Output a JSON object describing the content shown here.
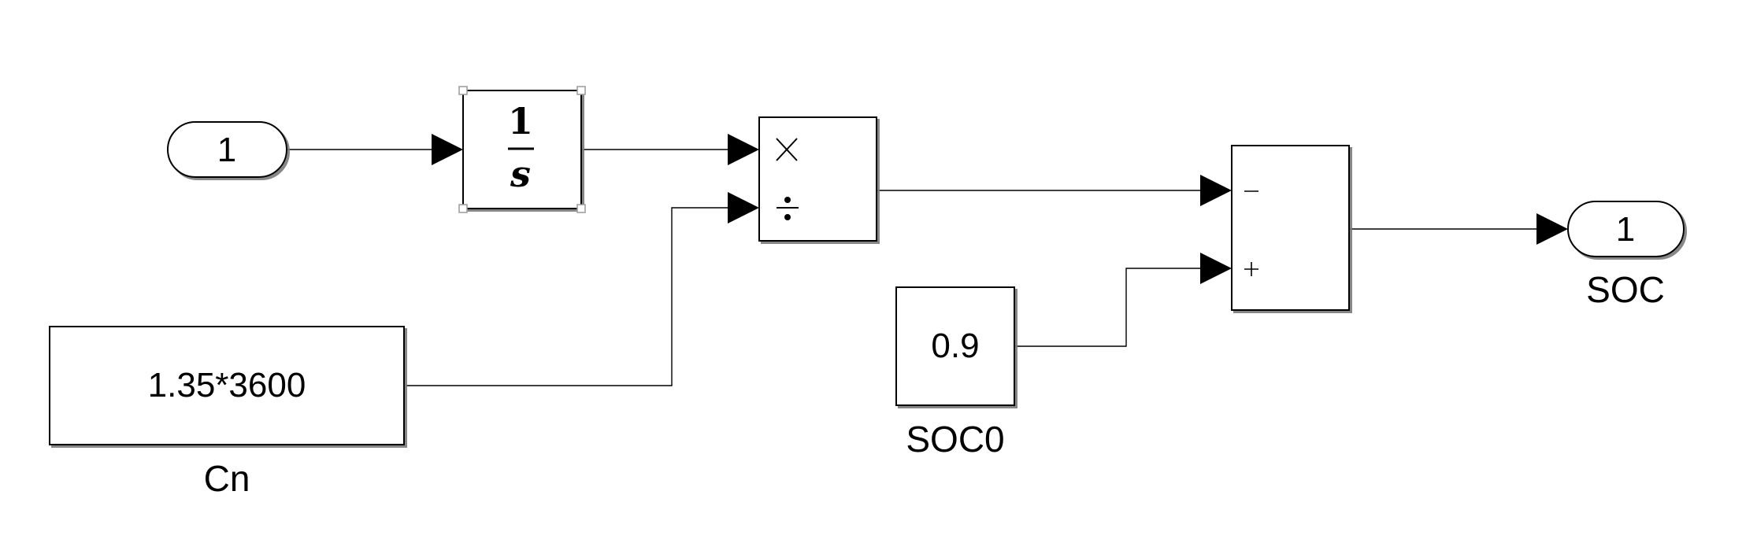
{
  "inport": {
    "number": "1"
  },
  "integrator": {
    "numerator": "1",
    "denominator": "s"
  },
  "constant_cn": {
    "value": "1.35*3600",
    "name": "Cn"
  },
  "product": {
    "sign_multiply": "×",
    "sign_divide": "÷"
  },
  "constant_soc0": {
    "value": "0.9",
    "name": "SOC0"
  },
  "sum": {
    "sign_minus": "−",
    "sign_plus": "+"
  },
  "outport": {
    "number": "1",
    "name": "SOC"
  },
  "colors": {
    "line": "#000000",
    "background": "#ffffff",
    "handle": "#9a9a9a"
  }
}
